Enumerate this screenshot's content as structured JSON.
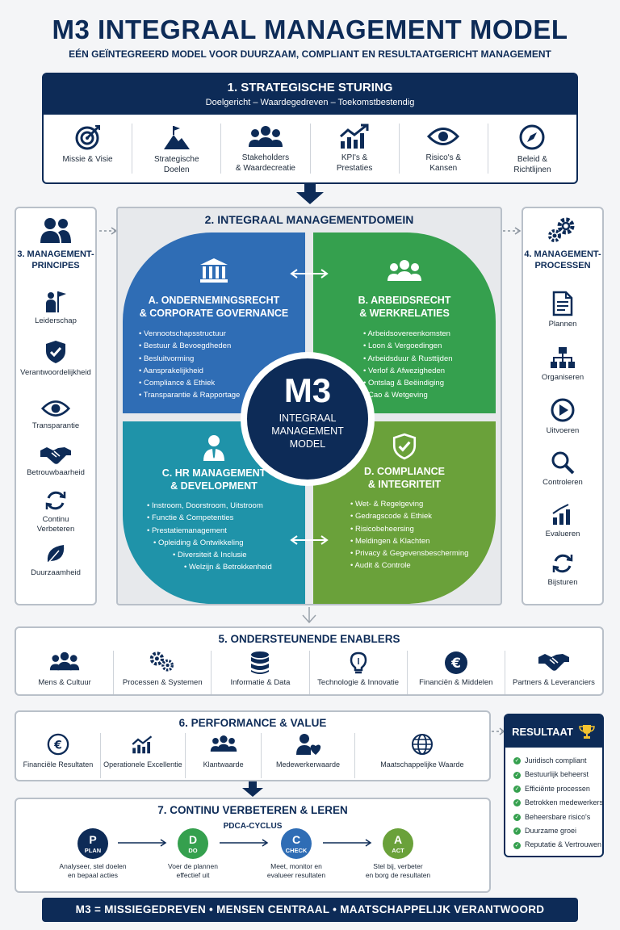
{
  "title": "M3 INTEGRAAL MANAGEMENT MODEL",
  "subtitle": "EÉN GEÏNTEGREERD MODEL VOOR DUURZAAM, COMPLIANT EN RESULTAATGERICHT MANAGEMENT",
  "colors": {
    "navy": "#0d2b57",
    "blue": "#2f6db5",
    "green": "#35a04e",
    "teal": "#1f93a9",
    "olive": "#6aa13a"
  },
  "strategic": {
    "title": "1. STRATEGISCHE STURING",
    "subtitle": "Doelgericht – Waardegedreven – Toekomstbestendig",
    "items": [
      {
        "label1": "Missie & Visie",
        "label2": "",
        "icon": "target-icon"
      },
      {
        "label1": "Strategische",
        "label2": "Doelen",
        "icon": "mountain-flag-icon"
      },
      {
        "label1": "Stakeholders",
        "label2": "& Waardecreatie",
        "icon": "people-group-icon"
      },
      {
        "label1": "KPI's &",
        "label2": "Prestaties",
        "icon": "chart-up-icon"
      },
      {
        "label1": "Risico's &",
        "label2": "Kansen",
        "icon": "eye-icon"
      },
      {
        "label1": "Beleid &",
        "label2": "Richtlijnen",
        "icon": "compass-icon"
      }
    ]
  },
  "principles": {
    "title1": "3. MANAGEMENT-",
    "title2": "PRINCIPES",
    "items": [
      {
        "label1": "Leiderschap",
        "label2": "",
        "icon": "leader-flag-icon"
      },
      {
        "label1": "Verantwoordelijkheid",
        "label2": "",
        "icon": "shield-check-icon"
      },
      {
        "label1": "Transparantie",
        "label2": "",
        "icon": "eye-icon"
      },
      {
        "label1": "Betrouwbaarheid",
        "label2": "",
        "icon": "handshake-icon"
      },
      {
        "label1": "Continu",
        "label2": "Verbeteren",
        "icon": "cycle-icon"
      },
      {
        "label1": "Duurzaamheid",
        "label2": "",
        "icon": "leaf-icon"
      }
    ]
  },
  "domain": {
    "title": "2. INTEGRAAL MANAGEMENTDOMEIN",
    "center": {
      "big": "M3",
      "line1": "INTEGRAAL",
      "line2": "MANAGEMENT",
      "line3": "MODEL"
    },
    "quadrants": [
      {
        "title1": "A. ONDERNEMINGSRECHT",
        "title2": "& CORPORATE GOVERNANCE",
        "icon": "building-icon",
        "items": [
          "Vennootschapsstructuur",
          "Bestuur & Bevoegdheden",
          "Besluitvorming",
          "Aansprakelijkheid",
          "Compliance & Ethiek",
          "Transparantie & Rapportage"
        ]
      },
      {
        "title1": "B. ARBEIDSRECHT",
        "title2": "& WERKRELATIES",
        "icon": "people-group-icon",
        "items": [
          "Arbeidsovereenkomsten",
          "Loon & Vergoedingen",
          "Arbeidsduur & Rusttijden",
          "Verlof & Afwezigheden",
          "Ontslag & Beëindiging",
          "Cao & Wetgeving"
        ]
      },
      {
        "title1": "C. HR MANAGEMENT",
        "title2": "& DEVELOPMENT",
        "icon": "person-tie-icon",
        "items": [
          "Instroom, Doorstroom, Uitstroom",
          "Functie & Competenties",
          "Prestatiemanagement",
          "Opleiding & Ontwikkeling",
          "Diversiteit & Inclusie",
          "Welzijn & Betrokkenheid"
        ]
      },
      {
        "title1": "D. COMPLIANCE",
        "title2": "& INTEGRITEIT",
        "icon": "shield-check-icon",
        "items": [
          "Wet- & Regelgeving",
          "Gedragscode & Ethiek",
          "Risicobeheersing",
          "Meldingen & Klachten",
          "Privacy & Gegevensbescherming",
          "Audit & Controle"
        ]
      }
    ]
  },
  "processes": {
    "title1": "4. MANAGEMENT-",
    "title2": "PROCESSEN",
    "items": [
      {
        "label": "Plannen",
        "icon": "document-icon"
      },
      {
        "label": "Organiseren",
        "icon": "org-chart-icon"
      },
      {
        "label": "Uitvoeren",
        "icon": "play-icon"
      },
      {
        "label": "Controleren",
        "icon": "magnifier-icon"
      },
      {
        "label": "Evalueren",
        "icon": "bar-chart-icon"
      },
      {
        "label": "Bijsturen",
        "icon": "refresh-icon"
      }
    ]
  },
  "enablers": {
    "title": "5. ONDERSTEUNENDE ENABLERS",
    "items": [
      {
        "label": "Mens & Cultuur",
        "icon": "people-group-icon"
      },
      {
        "label": "Processen & Systemen",
        "icon": "gears-icon"
      },
      {
        "label": "Informatie & Data",
        "icon": "database-icon"
      },
      {
        "label": "Technologie & Innovatie",
        "icon": "lightbulb-icon"
      },
      {
        "label": "Financiën & Middelen",
        "icon": "euro-icon"
      },
      {
        "label": "Partners & Leveranciers",
        "icon": "handshake-icon"
      }
    ]
  },
  "performance": {
    "title": "6. PERFORMANCE & VALUE",
    "items": [
      {
        "label": "Financiële Resultaten",
        "icon": "euro-circle-icon"
      },
      {
        "label": "Operationele Excellentie",
        "icon": "chart-up-icon"
      },
      {
        "label": "Klantwaarde",
        "icon": "people-group-icon"
      },
      {
        "label": "Medewerkerwaarde",
        "icon": "person-heart-icon"
      },
      {
        "label": "Maatschappelijke Waarde",
        "icon": "globe-icon"
      }
    ]
  },
  "result": {
    "title": "RESULTAAT",
    "icon": "trophy-icon",
    "items": [
      "Juridisch compliant",
      "Bestuurlijk beheerst",
      "Efficiënte processen",
      "Betrokken medewerkers",
      "Beheersbare risico's",
      "Duurzame groei",
      "Reputatie & Vertrouwen"
    ]
  },
  "improve": {
    "title": "7. CONTINU VERBETEREN & LEREN",
    "cycle_label": "PDCA-CYCLUS",
    "steps": [
      {
        "letter": "P",
        "word": "PLAN",
        "text1": "Analyseer, stel doelen",
        "text2": "en bepaal acties",
        "color": "#0d2b57"
      },
      {
        "letter": "D",
        "word": "DO",
        "text1": "Voer de plannen",
        "text2": "effectief uit",
        "color": "#35a04e"
      },
      {
        "letter": "C",
        "word": "CHECK",
        "text1": "Meet, monitor en",
        "text2": "evalueer resultaten",
        "color": "#2f6db5"
      },
      {
        "letter": "A",
        "word": "ACT",
        "text1": "Stel bij, verbeter",
        "text2": "en borg de resultaten",
        "color": "#6aa13a"
      }
    ]
  },
  "footer": "M3  =  MISSIEGEDREVEN  •  MENSEN CENTRAAL  •  MAATSCHAPPELIJK VERANTWOORD"
}
